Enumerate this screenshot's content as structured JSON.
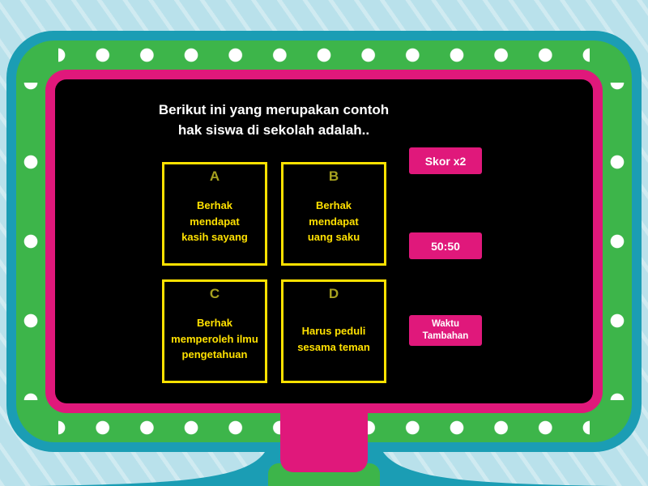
{
  "screen": {
    "question": "Berikut ini yang merupakan contoh\nhak siswa di sekolah adalah..",
    "answers": [
      {
        "letter": "A",
        "text": "Berhak\nmendapat\nkasih sayang"
      },
      {
        "letter": "B",
        "text": "Berhak\nmendapat\nuang saku"
      },
      {
        "letter": "C",
        "text": "Berhak\nmemperoleh ilmu\npengetahuan"
      },
      {
        "letter": "D",
        "text": "Harus peduli\nsesama teman"
      }
    ],
    "powerups": [
      {
        "id": "double-score",
        "label": "Skor x2"
      },
      {
        "id": "fifty-fifty",
        "label": "50:50"
      },
      {
        "id": "extra-time",
        "label": "Waktu\nTambahan"
      }
    ]
  },
  "colors": {
    "background": "#b9e1eb",
    "frame_teal": "#1b9db4",
    "frame_green": "#3db54a",
    "frame_pink": "#e0187b",
    "screen_black": "#000000",
    "answer_yellow": "#ffe100",
    "letter_olive": "#a7a11f",
    "button_pink": "#e0187b",
    "dot_white": "#ffffff"
  }
}
